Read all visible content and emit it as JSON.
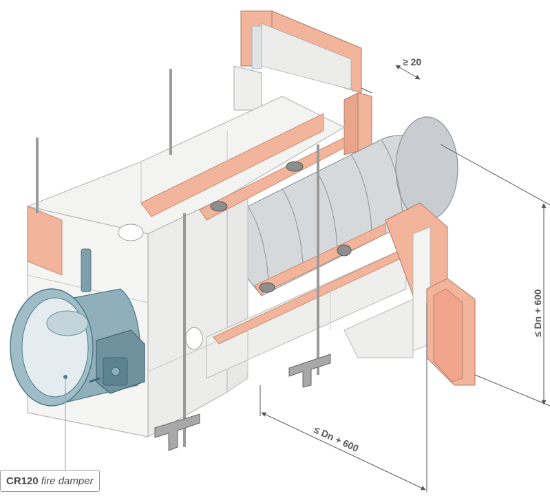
{
  "product": {
    "code": "CR120",
    "description": "fire damper"
  },
  "dimensions": {
    "gap": "≥ 20",
    "vertical_limit": "≤ Dn + 600",
    "horizontal_limit": "≤ Dn + 600"
  },
  "colors": {
    "board": "#f3f3f1",
    "board_edge": "#b8b8b8",
    "insulation": "#f2b49b",
    "insulation_dark": "#e49a80",
    "duct": "#d6d9dc",
    "damper": "#8fb0bb",
    "damper_dark": "#4f7785",
    "steel": "#9a9a9a",
    "dimension_line": "#555555"
  }
}
